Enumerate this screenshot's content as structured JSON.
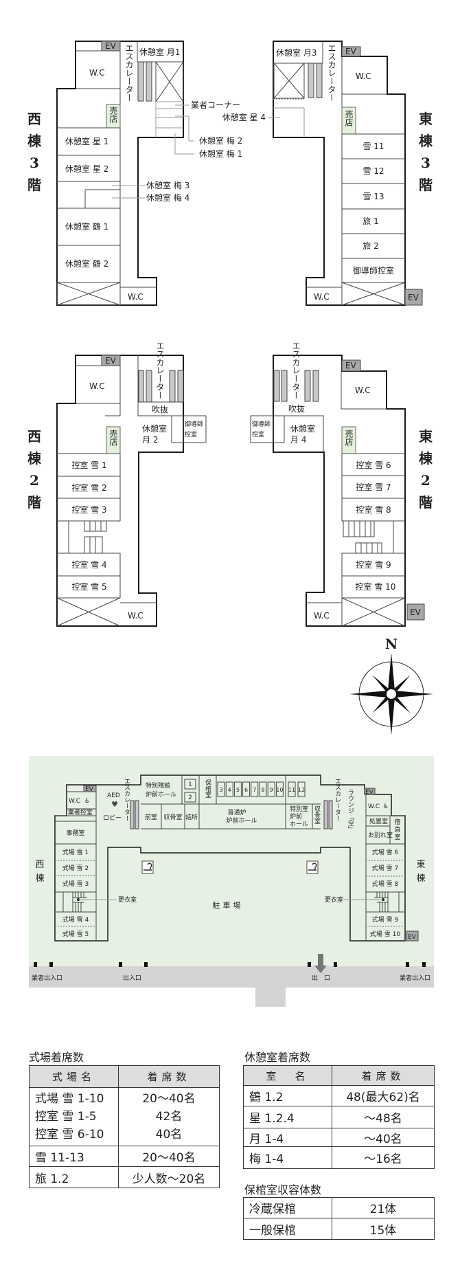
{
  "colors": {
    "ev": "#a8a8a8",
    "shop": "#e4f0dc",
    "site": "#e6f1e4",
    "road": "#d4d4d4"
  },
  "west3": {
    "label": [
      "西",
      "棟",
      "3",
      "階"
    ],
    "ev": "EV",
    "wc_top": "W.C",
    "wc_bottom": "W.C",
    "escalator": "エスカレーター",
    "tsuki1": "休憩室 月1",
    "shop": "売店",
    "rooms": [
      "休憩室 星 1",
      "休憩室 星 2",
      "休憩室 鶴 1",
      "休憩室 鶴 2"
    ],
    "callouts": {
      "vendor": "業者コーナー",
      "ume2": "休憩室 梅 2",
      "ume1": "休憩室 梅 1",
      "ume3": "休憩室 梅 3",
      "ume4": "休憩室 梅 4"
    }
  },
  "east3": {
    "label": [
      "東",
      "棟",
      "3",
      "階"
    ],
    "ev_top": "EV",
    "ev_bottom": "EV",
    "wc_top": "W.C",
    "wc_bottom": "W.C",
    "escalator": "エスカレーター",
    "tsuki3": "休憩室 月3",
    "shop": "売店",
    "hoshi4": "休憩室 星 4",
    "rooms": [
      "雪 11",
      "雪 12",
      "雪 13",
      "旅 1",
      "旅 2",
      "御導師控室"
    ]
  },
  "west2": {
    "label": [
      "西",
      "棟",
      "2",
      "階"
    ],
    "ev": "EV",
    "wc_top": "W.C",
    "wc_bottom": "W.C",
    "escalator": "エスカレーター",
    "atrium": "吹抜",
    "tsuki2": [
      "休憩室",
      "月 2"
    ],
    "priest": [
      "御導師",
      "控室"
    ],
    "shop": "売店",
    "rooms": [
      "控室 雪 1",
      "控室 雪 2",
      "控室 雪 3",
      "控室 雪 4",
      "控室 雪 5"
    ]
  },
  "east2": {
    "label": [
      "東",
      "棟",
      "2",
      "階"
    ],
    "ev_top": "EV",
    "ev_bottom": "EV",
    "wc_top": "W.C",
    "wc_bottom": "W.C",
    "escalator": "エスカレーター",
    "atrium": "吹抜",
    "tsuki4": [
      "休憩室",
      "月 4"
    ],
    "priest": [
      "御導師",
      "控室"
    ],
    "shop": "売店",
    "rooms": [
      "控室 雪 6",
      "控室 雪 7",
      "控室 雪 8",
      "控室 雪 9",
      "控室 雪 10"
    ]
  },
  "compass": {
    "north": "N"
  },
  "ground": {
    "west_label": [
      "西",
      "棟"
    ],
    "east_label": [
      "東",
      "棟"
    ],
    "west": {
      "ev": "EV",
      "wc": "W.C",
      "accessible": "♿",
      "vendor_room": "業者控室",
      "office": "事務室",
      "halls": [
        "式場 雪 1",
        "式場 雪 2",
        "式場 雪 3",
        "式場 雪 4",
        "式場 雪 5"
      ]
    },
    "east": {
      "ev_top": "EV",
      "ev_bottom": "EV",
      "wc": "W.C",
      "accessible": "♿",
      "treatment": "処置室",
      "farewell": "お別れ室",
      "night": [
        "宿",
        "直",
        "室"
      ],
      "halls": [
        "式場 雪 6",
        "式場 雪 7",
        "式場 雪 8",
        "式場 雪 9",
        "式場 雪 10"
      ]
    },
    "aed": "AED",
    "lobby": "ロビー",
    "escalator": "エスカレーター",
    "lounge": "ラウンジ「空」",
    "center": {
      "special_hall": [
        "特別殯館",
        "炉前ホール"
      ],
      "kiln_small": [
        "1",
        "2"
      ],
      "coffin_room": "保棺室",
      "kilns": [
        "3",
        "4",
        "5",
        "6",
        "7",
        "8",
        "9",
        "10"
      ],
      "kilns_b": [
        "11",
        "12"
      ],
      "anteroom": "前室",
      "ash_room": "収骨室",
      "station": "詰所",
      "normal_hall": [
        "普通炉",
        "炉前ホール"
      ],
      "special_room_hall": [
        "特別室",
        "炉前",
        "ホール"
      ],
      "ash_room2": "収骨室"
    },
    "changing_room_w": "更衣室",
    "changing_room_e": "更衣室",
    "parking": "駐車場",
    "entrances": {
      "vendor_w": "業者出入口",
      "entry": "出入口",
      "exit": "出　口",
      "vendor_e": "業者出入口"
    }
  },
  "tables": {
    "ceremony": {
      "title": "式場着席数",
      "headers": [
        "式場名",
        "着席数"
      ],
      "rows": [
        {
          "name": [
            "式場 雪 1-10",
            "控室 雪 1-5",
            "控室 雪 6-10"
          ],
          "seats": [
            "20〜40名",
            "42名",
            "40名"
          ]
        },
        {
          "name": [
            "雪 11-13"
          ],
          "seats": [
            "20〜40名"
          ]
        },
        {
          "name": [
            "旅 1.2"
          ],
          "seats": [
            "少人数〜20名"
          ]
        }
      ]
    },
    "rest": {
      "title": "休憩室着席数",
      "headers": [
        "室　名",
        "着席数"
      ],
      "rows": [
        [
          "鶴 1.2",
          "48(最大62)名"
        ],
        [
          "星 1.2.4",
          "〜48名"
        ],
        [
          "月 1-4",
          "〜40名"
        ],
        [
          "梅 1-4",
          "〜16名"
        ]
      ]
    },
    "coffin": {
      "title": "保棺室収容体数",
      "rows": [
        [
          "冷蔵保棺",
          "21体"
        ],
        [
          "一般保棺",
          "15体"
        ]
      ]
    }
  }
}
